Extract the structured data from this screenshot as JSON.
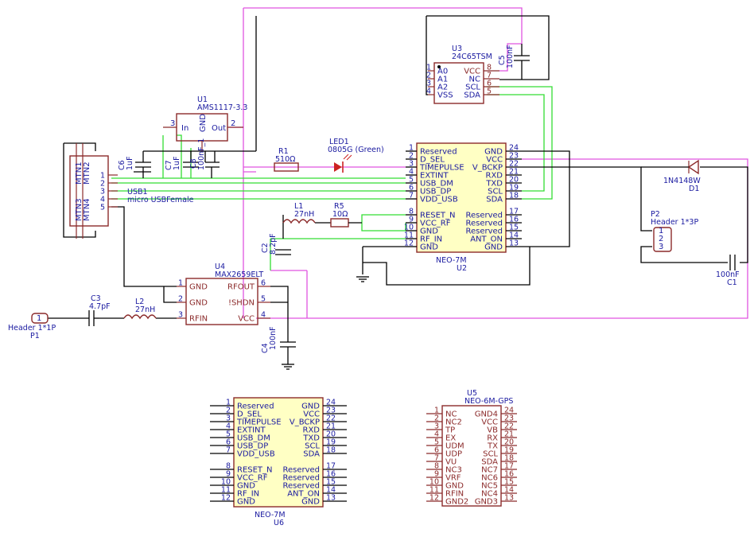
{
  "u2": {
    "ref": "U2",
    "value": "NEO-7M",
    "left_pins": [
      {
        "num": "1",
        "name": "Reserved"
      },
      {
        "num": "2",
        "name": "D_SEL"
      },
      {
        "num": "3",
        "name": "TIMEPULSE"
      },
      {
        "num": "4",
        "name": "EXTINT"
      },
      {
        "num": "5",
        "name": "USB_DM"
      },
      {
        "num": "6",
        "name": "USB_DP"
      },
      {
        "num": "7",
        "name": "VDD_USB"
      },
      {
        "num": "8",
        "name": "RESET_N"
      },
      {
        "num": "9",
        "name": "VCC_RF"
      },
      {
        "num": "10",
        "name": "GND"
      },
      {
        "num": "11",
        "name": "RF_IN"
      },
      {
        "num": "12",
        "name": "GND"
      }
    ],
    "right_pins": [
      {
        "num": "24",
        "name": "GND"
      },
      {
        "num": "23",
        "name": "VCC"
      },
      {
        "num": "22",
        "name": "V_BCKP"
      },
      {
        "num": "21",
        "name": "RXD"
      },
      {
        "num": "20",
        "name": "TXD"
      },
      {
        "num": "19",
        "name": "SCL"
      },
      {
        "num": "18",
        "name": "SDA"
      },
      {
        "num": "17",
        "name": "Reserved"
      },
      {
        "num": "16",
        "name": "Reserved"
      },
      {
        "num": "15",
        "name": "Reserved"
      },
      {
        "num": "14",
        "name": "ANT_ON"
      },
      {
        "num": "13",
        "name": "GND"
      }
    ]
  },
  "u6": {
    "ref": "U6",
    "value": "NEO-7M"
  },
  "u5": {
    "ref": "U5",
    "value": "NEO-6M-GPS",
    "left_pins": [
      {
        "num": "1",
        "name": "NC"
      },
      {
        "num": "2",
        "name": "NC2"
      },
      {
        "num": "3",
        "name": "TP"
      },
      {
        "num": "4",
        "name": "EX"
      },
      {
        "num": "5",
        "name": "UDM"
      },
      {
        "num": "6",
        "name": "UDP"
      },
      {
        "num": "7",
        "name": "VU"
      },
      {
        "num": "8",
        "name": "NC3"
      },
      {
        "num": "9",
        "name": "VRF"
      },
      {
        "num": "10",
        "name": "GND"
      },
      {
        "num": "11",
        "name": "RFIN"
      },
      {
        "num": "12",
        "name": "GND2"
      }
    ],
    "right_pins": [
      {
        "num": "24",
        "name": "GND4"
      },
      {
        "num": "23",
        "name": "VCC"
      },
      {
        "num": "22",
        "name": "VB"
      },
      {
        "num": "21",
        "name": "RX"
      },
      {
        "num": "20",
        "name": "TX"
      },
      {
        "num": "19",
        "name": "SCL"
      },
      {
        "num": "18",
        "name": "SDA"
      },
      {
        "num": "17",
        "name": "NC7"
      },
      {
        "num": "16",
        "name": "NC6"
      },
      {
        "num": "15",
        "name": "NC5"
      },
      {
        "num": "14",
        "name": "NC4"
      },
      {
        "num": "13",
        "name": "GND3"
      }
    ]
  },
  "u3": {
    "ref": "U3",
    "value": "24C65TSM",
    "left_pins": [
      {
        "num": "1",
        "name": "A0"
      },
      {
        "num": "2",
        "name": "A1"
      },
      {
        "num": "3",
        "name": "A2"
      },
      {
        "num": "4",
        "name": "VSS"
      }
    ],
    "right_pins": [
      {
        "num": "8",
        "name": "VCC"
      },
      {
        "num": "7",
        "name": "NC"
      },
      {
        "num": "6",
        "name": "SCL"
      },
      {
        "num": "5",
        "name": "SDA"
      }
    ]
  },
  "u1": {
    "ref": "U1",
    "value": "AMS1117-3.3",
    "pins": [
      {
        "num": "3",
        "name": "In"
      },
      {
        "num": "GND",
        "name": "GND"
      },
      {
        "num": "2",
        "name": "Out"
      }
    ]
  },
  "u4": {
    "ref": "U4",
    "value": "MAX2659ELT",
    "left_pins": [
      {
        "num": "1",
        "name": "GND"
      },
      {
        "num": "2",
        "name": "GND"
      },
      {
        "num": "3",
        "name": "RFIN"
      }
    ],
    "right_pins": [
      {
        "num": "6",
        "name": "RFOUT"
      },
      {
        "num": "5",
        "name": "!SHDN"
      },
      {
        "num": "4",
        "name": "VCC"
      }
    ]
  },
  "usb1": {
    "ref": "USB1",
    "value": "micro USBFemale",
    "pins": [
      "1",
      "2",
      "3",
      "4",
      "5"
    ],
    "mtn": [
      "MTN1",
      "MTN2",
      "MTN3",
      "MTN4"
    ]
  },
  "p1": {
    "ref": "P1",
    "value": "Header 1*1P",
    "pin": "1"
  },
  "p2": {
    "ref": "P2",
    "value": "Header 1*3P",
    "pins": [
      "1",
      "2",
      "3"
    ]
  },
  "r1": {
    "ref": "R1",
    "value": "510Ω"
  },
  "r5": {
    "ref": "R5",
    "value": "10Ω"
  },
  "l1": {
    "ref": "L1",
    "value": "27nH"
  },
  "l2": {
    "ref": "L2",
    "value": "27nH"
  },
  "led1": {
    "ref": "LED1",
    "value": "0805G (Green)"
  },
  "d1": {
    "ref": "D1",
    "value": "1N4148W"
  },
  "c1": {
    "ref": "C1",
    "value": "100nF"
  },
  "c2": {
    "ref": "C2",
    "value": "8.2pF"
  },
  "c3": {
    "ref": "C3",
    "value": "4.7pF"
  },
  "c4": {
    "ref": "C4",
    "value": "100nF"
  },
  "c5": {
    "ref": "C5",
    "value": "100nF"
  },
  "c6": {
    "ref": "C6",
    "value": "1uF"
  },
  "c7": {
    "ref": "C7",
    "value": "1uF"
  },
  "c8": {
    "ref": "C8",
    "value": "100nF_1"
  },
  "colors": {
    "wire": "#000000",
    "i2c_net": "#33dd33",
    "vcc_net": "#e055e0",
    "body_outline": "#8b2a2a",
    "body_fill": "#ffffc4",
    "label": "#1a1aa0"
  }
}
